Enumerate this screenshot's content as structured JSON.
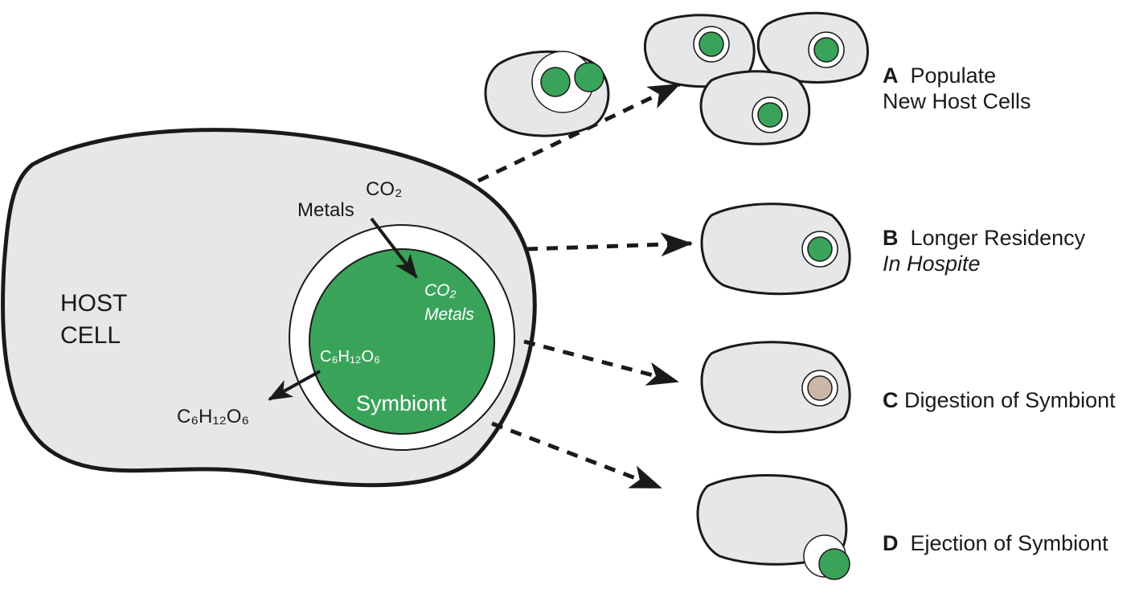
{
  "colors": {
    "cell_fill": "#e6e7e9",
    "outline": "#1a1a1a",
    "symbiont_green": "#3aa35a",
    "digested_symbiont": "#c9b8aa",
    "vacuole": "#ffffff"
  },
  "host": {
    "label_line1": "HOST",
    "label_line2": "CELL"
  },
  "exchange": {
    "co2_outside": "CO₂",
    "metals_outside": "Metals",
    "co2_inside": "CO₂",
    "metals_inside": "Metals",
    "glucose_inside": "C₆H₁₂O₆",
    "glucose_outside": "C₆H₁₂O₆",
    "symbiont_label": "Symbiont"
  },
  "outcomes": [
    {
      "letter": "A",
      "line1": "Populate",
      "line2": "New Host Cells"
    },
    {
      "letter": "B",
      "line1": "Longer Residency",
      "line2": "In Hospite"
    },
    {
      "letter": "C",
      "line1": "Digestion of Symbiont",
      "line2": ""
    },
    {
      "letter": "D",
      "line1": "Ejection of Symbiont",
      "line2": ""
    }
  ]
}
